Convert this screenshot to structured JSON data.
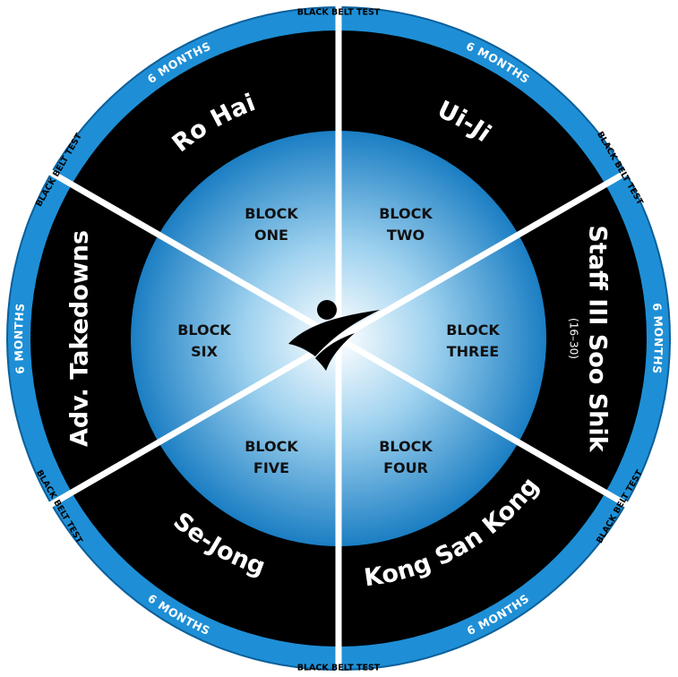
{
  "colors": {
    "outer_ring": "#1e8fd6",
    "outer_ring_edge": "#0c5f9a",
    "sector_fill": "#000000",
    "divider": "#ffffff",
    "center_light": "#ffffff",
    "center_mid": "#9fd2ef",
    "center_dark": "#1b7ec3"
  },
  "center_icon": "martial-arts-kick-icon",
  "sectors": [
    {
      "name": "Ui-Ji",
      "subtitle": "",
      "block_line1": "BLOCK",
      "block_line2": "TWO",
      "months": "6 MONTHS"
    },
    {
      "name": "Staff III Soo Shik",
      "subtitle": "(16–30)",
      "block_line1": "BLOCK",
      "block_line2": "THREE",
      "months": "6 MONTHS"
    },
    {
      "name": "Kong San Kong",
      "subtitle": "",
      "block_line1": "BLOCK",
      "block_line2": "FOUR",
      "months": "6 MONTHS"
    },
    {
      "name": "Se-Jong",
      "subtitle": "",
      "block_line1": "BLOCK",
      "block_line2": "FIVE",
      "months": "6 MONTHS"
    },
    {
      "name": "Adv. Takedowns",
      "subtitle": "",
      "block_line1": "BLOCK",
      "block_line2": "SIX",
      "months": "6 MONTHS"
    },
    {
      "name": "Ro Hai",
      "subtitle": "",
      "block_line1": "BLOCK",
      "block_line2": "ONE",
      "months": "6 MONTHS"
    }
  ],
  "tests": [
    "BLACK BELT TEST",
    "BLACK BELT TEST",
    "BLACK BELT TEST",
    "BLACK BELT TEST",
    "BLACK BELT TEST",
    "BLACK BELT TEST"
  ]
}
